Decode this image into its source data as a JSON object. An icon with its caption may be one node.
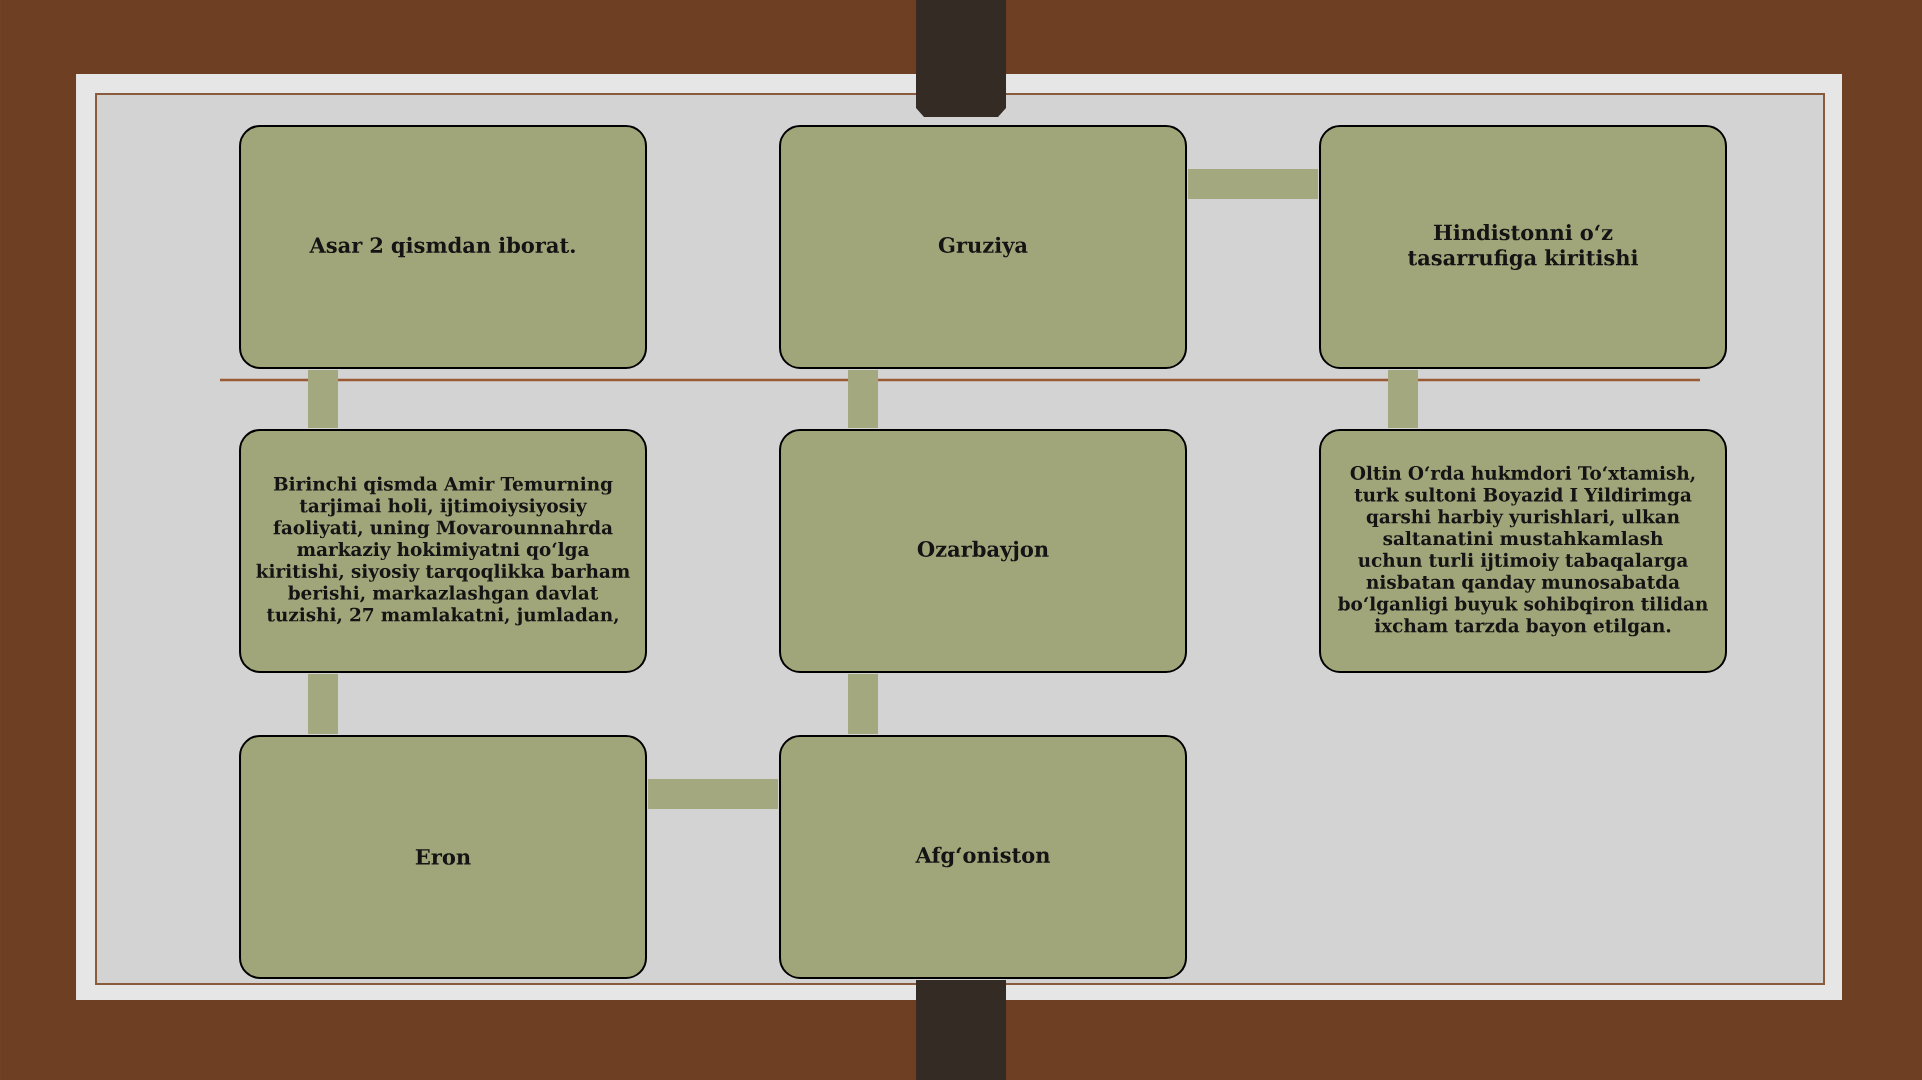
{
  "diagram": {
    "nodes": [
      {
        "text": [
          "Asar 2 qismdan iborat."
        ]
      },
      {
        "text": [
          "Birinchi qismda Amir Temurning tarjimai holi, ijtimoiysiyosiy faoliyati, uning Movarounnahrda markaziy hokimiyatni qo‘lga kiritishi, siyosiy tarqoqlikka barham berishi, markazlashgan davlat tuzishi, 27 mamlakatni, jumladan,"
        ]
      },
      {
        "text": [
          "Eron"
        ]
      },
      {
        "text": [
          "Afg‘oniston"
        ]
      },
      {
        "text": [
          "Ozarbayjon"
        ]
      },
      {
        "text": [
          "Gruziya"
        ]
      },
      {
        "text": [
          "Hindistonni o‘z tasarrufiga kiritishi"
        ]
      },
      {
        "text": [
          "Oltin O‘rda hukmdori To‘xtamish, turk sultoni Boyazid I Yildirimga qarshi harbiy yurishlari, ulkan saltanatini mustahkamlash uchun turli ijtimoiy tabaqalarga nisbatan qanday munosabatda bo‘lganligi buyuk sohibqiron tilidan ixcham tarzda bayon etilgan."
        ]
      }
    ],
    "edges": [
      {
        "from": 0,
        "to": 1,
        "arrow": "none"
      },
      {
        "from": 1,
        "to": 2,
        "arrow": "none"
      },
      {
        "from": 2,
        "to": 3,
        "arrow": "none"
      },
      {
        "from": 3,
        "to": 4,
        "arrow": "none"
      },
      {
        "from": 4,
        "to": 5,
        "arrow": "none"
      },
      {
        "from": 5,
        "to": 6,
        "arrow": "none"
      },
      {
        "from": 6,
        "to": 7,
        "arrow": "none"
      }
    ]
  }
}
